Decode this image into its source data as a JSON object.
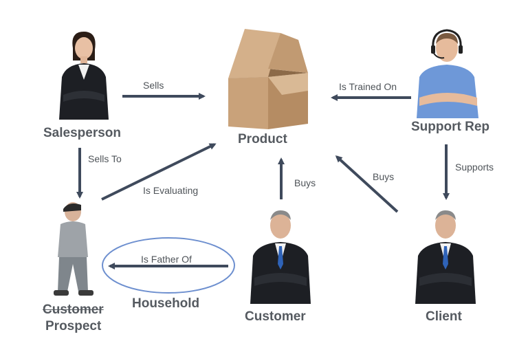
{
  "nodes": {
    "salesperson": "Salesperson",
    "product": "Product",
    "support_rep": "Support Rep",
    "prospect_old": "Customer",
    "prospect": "Prospect",
    "household": "Household",
    "customer": "Customer",
    "client": "Client"
  },
  "edges": {
    "sells": "Sells",
    "is_trained_on": "Is Trained On",
    "sells_to": "Sells To",
    "is_evaluating": "Is Evaluating",
    "buys_customer": "Buys",
    "buys_client": "Buys",
    "supports": "Supports",
    "is_father_of": "Is Father Of"
  },
  "colors": {
    "arrow": "#3f4a5c",
    "label": "#555a60",
    "ellipse": "#6d8fcf",
    "suit": "#1d1f24",
    "shirt_blue": "#6e98d8",
    "box": "#c9a27a"
  },
  "icons": [
    "woman-businessperson-icon",
    "cardboard-box-icon",
    "headset-support-man-icon",
    "teen-walking-icon",
    "businessman-icon"
  ]
}
